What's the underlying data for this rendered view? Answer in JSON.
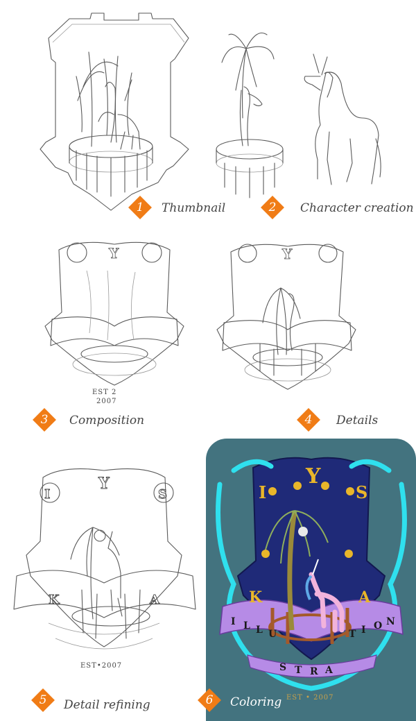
{
  "steps": [
    {
      "number": "1",
      "label": "Thumbnail"
    },
    {
      "number": "2",
      "label": "Character creation"
    },
    {
      "number": "3",
      "label": "Composition"
    },
    {
      "number": "4",
      "label": "Details"
    },
    {
      "number": "5",
      "label": "Detail refining"
    },
    {
      "number": "6",
      "label": "Coloring"
    }
  ],
  "crest": {
    "letters": [
      "I",
      "Y",
      "S",
      "K",
      "A"
    ],
    "banner_text": "ILLUSTRATION",
    "banner_letters_left": [
      "I",
      "L",
      "L",
      "U"
    ],
    "banner_letters_mid": [
      "S",
      "T",
      "R",
      "A"
    ],
    "banner_letters_right": [
      "T",
      "I",
      "O",
      "N"
    ],
    "established": "EST • 2007",
    "established_sketch": "EST 2 2007",
    "established_sketch_line1": "EST 2",
    "established_sketch_line2": "2007",
    "established_dot": "EST•2007"
  },
  "colors": {
    "accent": "#f07c16",
    "coloring_bg": "#43737f",
    "shield_blue": "#1f2a78",
    "serpent_cyan": "#2fe0ee",
    "banner_violet": "#b68be6",
    "gold": "#e9b62a",
    "unicorn_pink": "#f2b3dc",
    "tree_green": "#8fae5c"
  }
}
